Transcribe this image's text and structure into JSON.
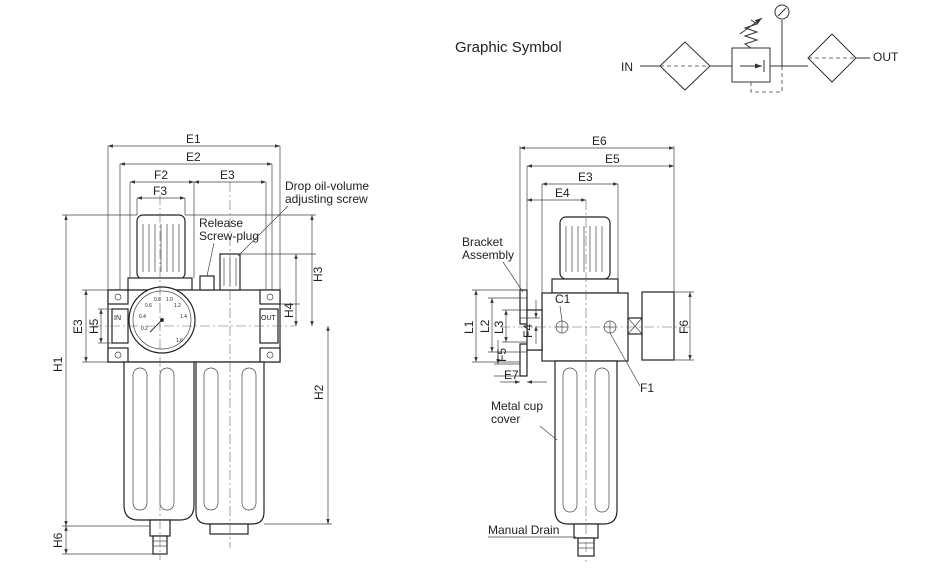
{
  "symbol": {
    "title": "Graphic Symbol",
    "in_label": "IN",
    "out_label": "OUT"
  },
  "front_view": {
    "dims": {
      "E1": "E1",
      "E2": "E2",
      "E3": "E3",
      "F2": "F2",
      "F3": "F3",
      "H1": "H1",
      "H2": "H2",
      "H3": "H3",
      "H4": "H4",
      "H5": "H5",
      "H6": "H6"
    },
    "callouts": {
      "release_1": "Release",
      "release_2": "Screw-plug",
      "drop_1": "Drop oil-volume",
      "drop_2": "adjusting screw"
    },
    "port_in": "IN",
    "port_out": "OUT",
    "gauge_ticks": [
      "0.8",
      "1.0",
      "0.6",
      "1.2",
      "0.4",
      "1.4",
      "0.2",
      "1.6"
    ]
  },
  "side_view": {
    "dims": {
      "E3": "E3",
      "E4": "E4",
      "E5": "E5",
      "E6": "E6",
      "E7": "E7",
      "F1": "F1",
      "F4": "F4",
      "F5": "F5",
      "F6": "F6",
      "L1": "L1",
      "L2": "L2",
      "L3": "L3",
      "C1": "C1"
    },
    "callouts": {
      "bracket_1": "Bracket",
      "bracket_2": "Assembly",
      "cup_1": "Metal cup",
      "cup_2": "cover",
      "drain": "Manual Drain"
    }
  }
}
